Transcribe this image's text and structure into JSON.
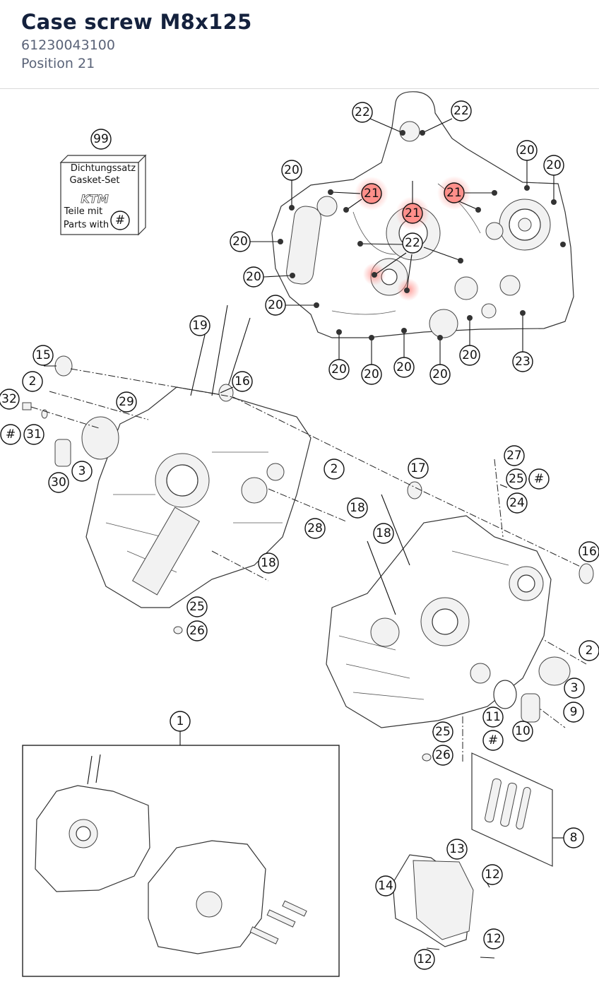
{
  "header": {
    "title": "Case screw M8x125",
    "part_number": "61230043100",
    "position": "Position 21"
  },
  "gasket_set": {
    "callout": "99",
    "line1": "Dichtungssatz",
    "line2": "Gasket-Set",
    "brand": "KTM",
    "line3": "Teile mit",
    "line4": "Parts with",
    "symbol": "#"
  },
  "highlight_color": "#ff8f8a",
  "callouts": {
    "c22a": "22",
    "c22b": "22",
    "c22c": "22",
    "c20a": "20",
    "c20b": "20",
    "c20c": "20",
    "c20d": "20",
    "c20e": "20",
    "c20f": "20",
    "c20g": "20",
    "c20h": "20",
    "c20i": "20",
    "c20j": "20",
    "c20k": "20",
    "c21a": "21",
    "c21b": "21",
    "c21c": "21",
    "c23": "23",
    "c19": "19",
    "c15": "15",
    "c2a": "2",
    "c32": "32",
    "c29": "29",
    "c16a": "16",
    "chash1": "#",
    "c31": "31",
    "c3a": "3",
    "c30": "30",
    "c2b": "2",
    "c17": "17",
    "c27": "27",
    "c25a": "25",
    "chash2": "#",
    "c24": "24",
    "c18a": "18",
    "c28": "28",
    "c18b": "18",
    "c18c": "18",
    "c16b": "16",
    "c25b": "25",
    "c26a": "26",
    "c2c": "2",
    "c3b": "3",
    "c9": "9",
    "c11": "11",
    "c10": "10",
    "chash3": "#",
    "c1": "1",
    "c25c": "25",
    "c26b": "26",
    "c8": "8",
    "c13": "13",
    "c14": "14",
    "c12a": "12",
    "c12b": "12",
    "c12c": "12"
  }
}
